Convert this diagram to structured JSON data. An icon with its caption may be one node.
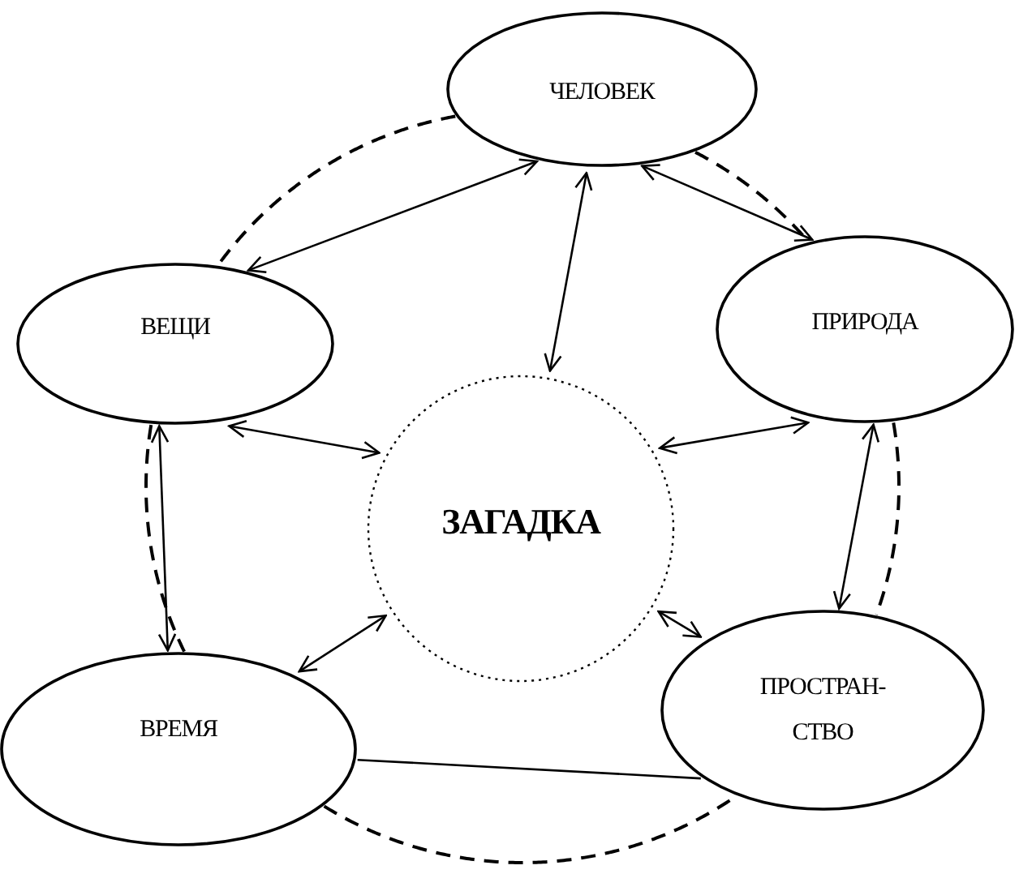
{
  "diagram": {
    "nodes": [
      {
        "text": [
          "ЧЕЛОВЕК"
        ]
      },
      {
        "text": [
          "ВЕЩИ"
        ]
      },
      {
        "text": [
          "ПРИРОДА"
        ]
      },
      {
        "text": [
          "ЗАГАДКА"
        ]
      },
      {
        "text": [
          "ВРЕМЯ"
        ]
      },
      {
        "text": [
          "ПРОСТРАН- СТВО"
        ]
      }
    ],
    "edges": [
      {
        "from": 0,
        "to": 1,
        "arrow": "both"
      },
      {
        "from": 0,
        "to": 2,
        "arrow": "both"
      },
      {
        "from": 0,
        "to": 3,
        "arrow": "both"
      },
      {
        "from": 1,
        "to": 3,
        "arrow": "both"
      },
      {
        "from": 2,
        "to": 3,
        "arrow": "both"
      },
      {
        "from": 1,
        "to": 4,
        "arrow": "both"
      },
      {
        "from": 2,
        "to": 5,
        "arrow": "both"
      },
      {
        "from": 3,
        "to": 4,
        "arrow": "both"
      },
      {
        "from": 3,
        "to": 5,
        "arrow": "both"
      },
      {
        "from": 4,
        "to": 5,
        "arrow": "none"
      },
      {
        "from": 0,
        "to": 1,
        "arrow": "none",
        "style": "dashed"
      },
      {
        "from": 0,
        "to": 2,
        "arrow": "none",
        "style": "dashed"
      },
      {
        "from": 1,
        "to": 4,
        "arrow": "none",
        "style": "dashed"
      },
      {
        "from": 2,
        "to": 5,
        "arrow": "none",
        "style": "dashed"
      },
      {
        "from": 4,
        "to": 5,
        "arrow": "none",
        "style": "dashed"
      }
    ]
  }
}
